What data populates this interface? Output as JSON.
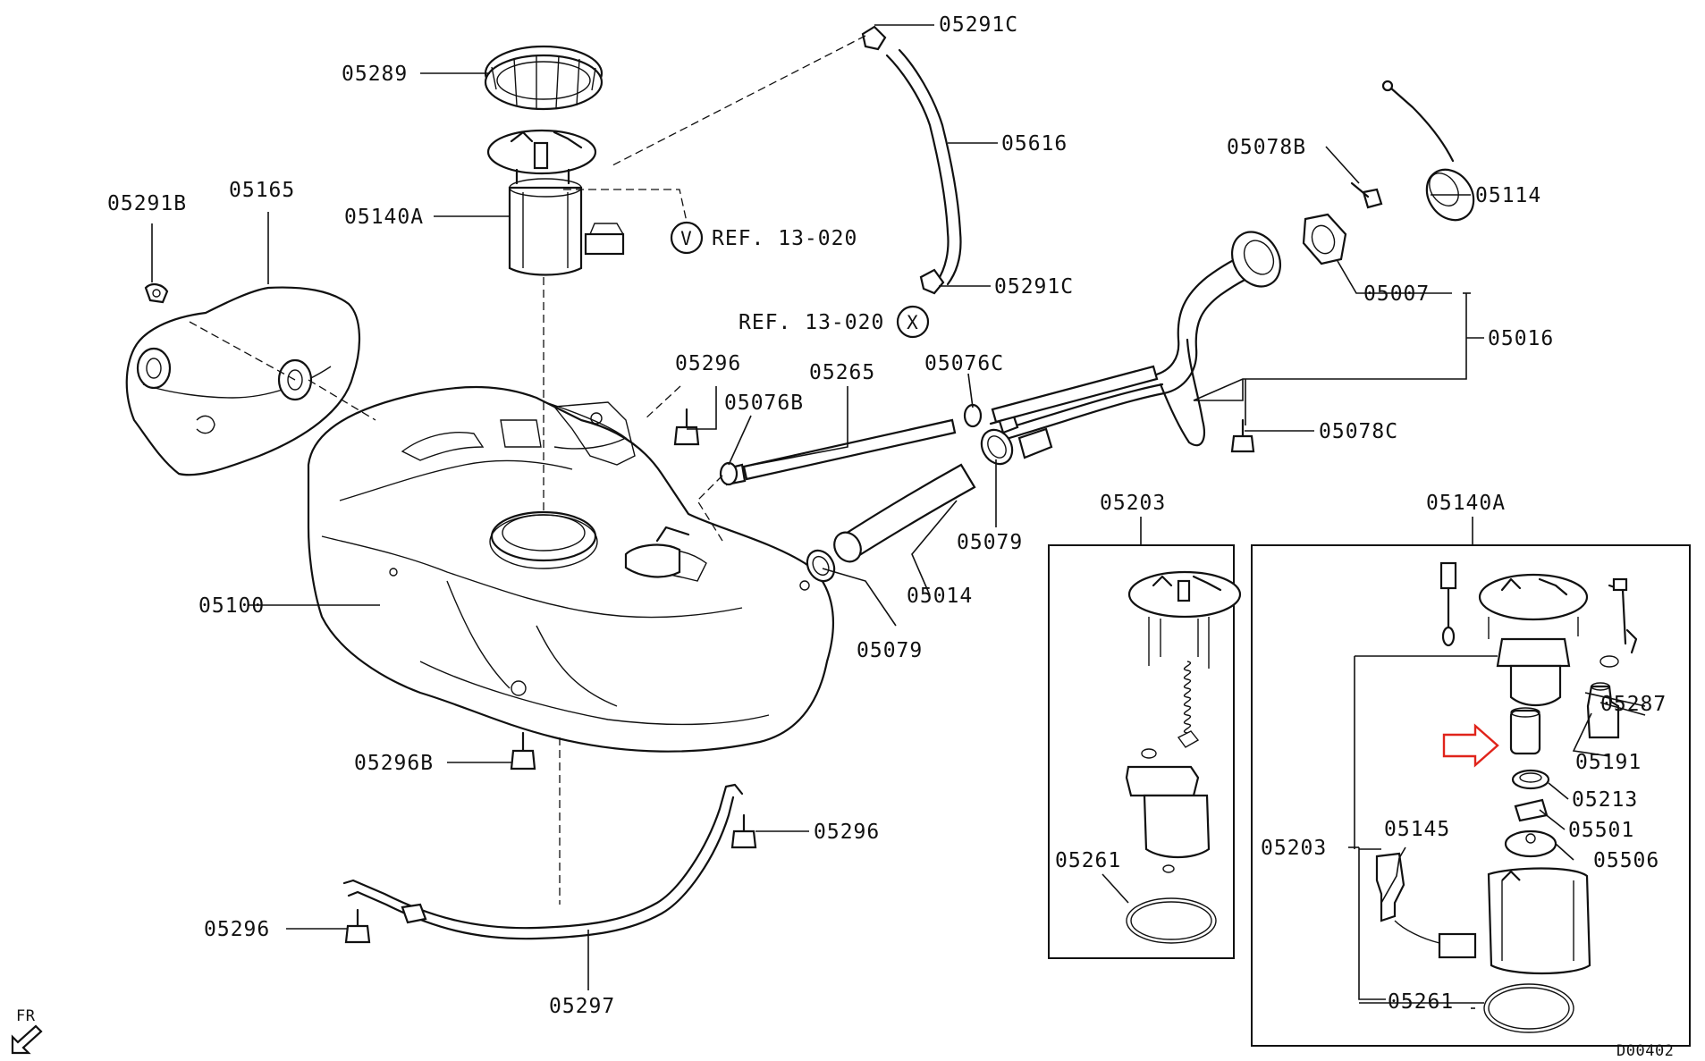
{
  "diagram": {
    "ref_code": "D00402",
    "orientation_label": "FR",
    "ref_markers": [
      {
        "letter": "V",
        "text": "REF. 13-020"
      },
      {
        "letter": "X",
        "text": "REF. 13-020"
      }
    ],
    "parts": {
      "p05289": "05289",
      "p05291C_top": "05291C",
      "p05616": "05616",
      "p05140A_main": "05140A",
      "p05291B": "05291B",
      "p05165": "05165",
      "p05291C_mid": "05291C",
      "p05078B": "05078B",
      "p05114": "05114",
      "p05007": "05007",
      "p05016": "05016",
      "p05296_a": "05296",
      "p05265": "05265",
      "p05076C": "05076C",
      "p05076B": "05076B",
      "p05078C": "05078C",
      "p05079_a": "05079",
      "p05014": "05014",
      "p05079_b": "05079",
      "p05100": "05100",
      "p05296B": "05296B",
      "p05296_b": "05296",
      "p05296_c": "05296",
      "p05297": "05297",
      "box1_title": "05203",
      "box1_05261": "05261",
      "box2_title": "05140A",
      "box2_05287": "05287",
      "box2_05191": "05191",
      "box2_05213": "05213",
      "box2_05501": "05501",
      "box2_05506": "05506",
      "box2_05145": "05145",
      "box2_05203": "05203",
      "box2_05261": "05261"
    },
    "highlight_arrow_color": "#e0241b"
  }
}
